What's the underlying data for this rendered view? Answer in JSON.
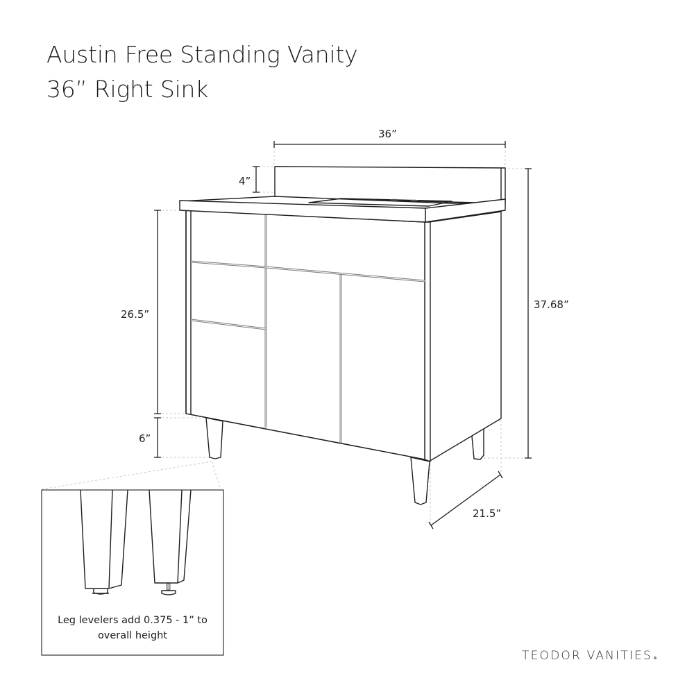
{
  "header": {
    "title": "Austin Free Standing Vanity",
    "subtitle": "36”  Right Sink"
  },
  "dimensions": {
    "width": "36”",
    "backsplash_height": "4”",
    "cabinet_height": "26.5”",
    "leg_height": "6”",
    "overall_height": "37.68”",
    "depth": "21.5”"
  },
  "inset": {
    "caption_line1": "Leg levelers add 0.375 - 1” to",
    "caption_line2": "overall height"
  },
  "footer": {
    "brand": "TEODOR VANITIES"
  },
  "colors": {
    "line": "#1e1e1e",
    "gap": "#7a7a7a",
    "dashed_guide": "#c8c8c8",
    "background": "#ffffff"
  }
}
